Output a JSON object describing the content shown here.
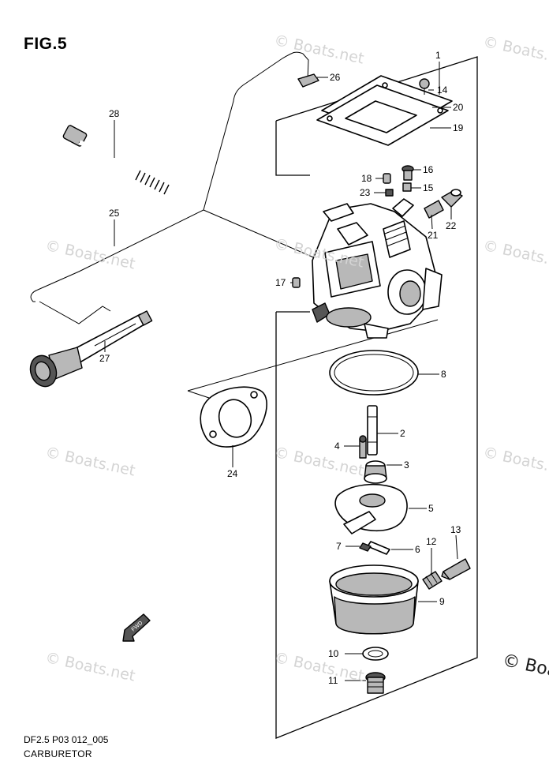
{
  "figure": {
    "title": "FIG.5",
    "code": "DF2.5 P03 012_005",
    "section": "CARBURETOR"
  },
  "watermark": {
    "text": "© Boats.net",
    "corner_text": "© Boa"
  },
  "callouts": [
    "1",
    "2",
    "3",
    "4",
    "5",
    "6",
    "7",
    "8",
    "9",
    "10",
    "11",
    "12",
    "13",
    "14",
    "15",
    "16",
    "17",
    "18",
    "19",
    "20",
    "21",
    "22",
    "23",
    "24",
    "26",
    "25",
    "27",
    "28"
  ],
  "colors": {
    "line": "#000000",
    "watermark": "#d4d4d4",
    "shading": "#b8b8b8"
  }
}
